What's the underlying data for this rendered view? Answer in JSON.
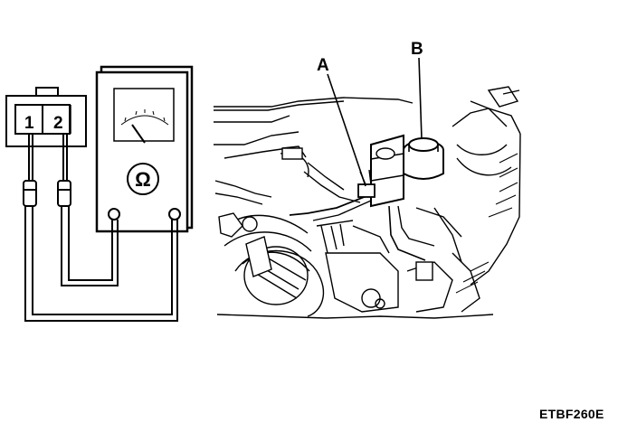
{
  "figure": {
    "connector": {
      "pin_1": "1",
      "pin_2": "2"
    },
    "meter": {
      "symbol": "Ω"
    },
    "callouts": {
      "a": "A",
      "b": "B"
    },
    "figure_code": "ETBF260E"
  }
}
